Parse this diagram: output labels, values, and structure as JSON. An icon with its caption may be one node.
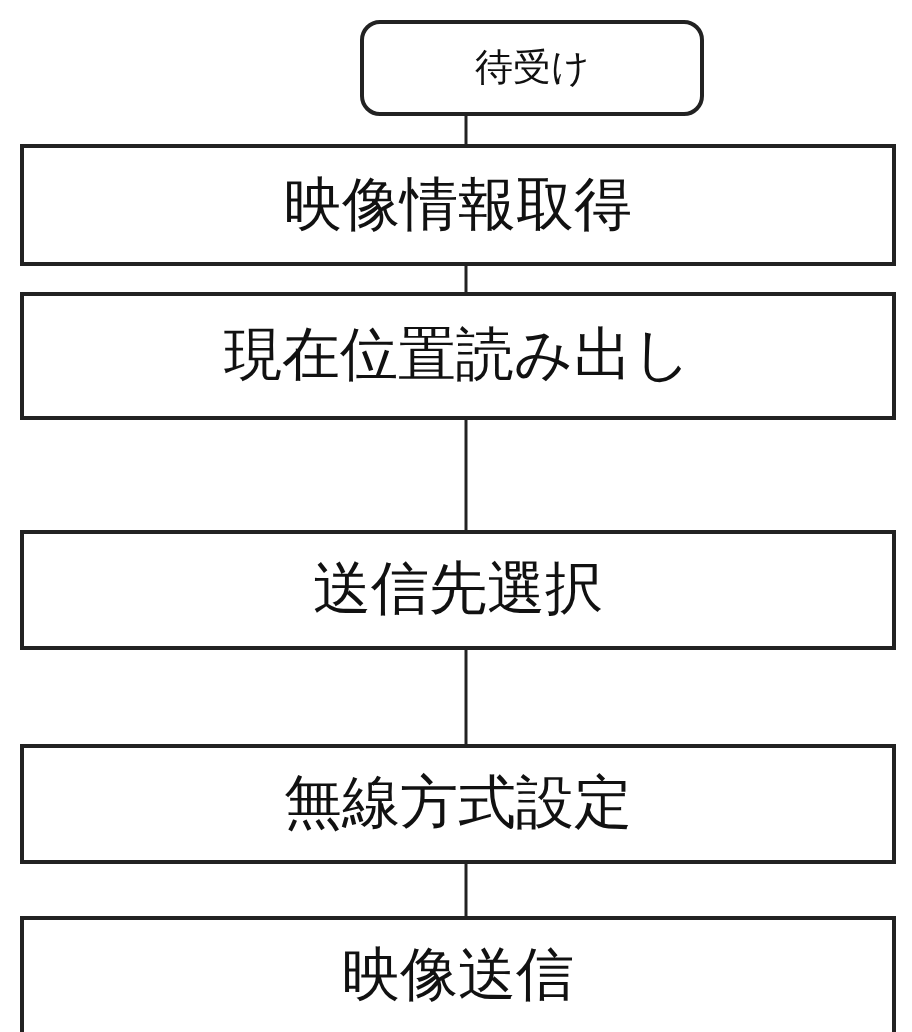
{
  "diagram": {
    "nodes": [
      {
        "text": [
          "待受け"
        ]
      },
      {
        "text": [
          "映像情報取得"
        ]
      },
      {
        "text": [
          "現在位置読み出し"
        ]
      },
      {
        "text": [
          "送信先選択"
        ]
      },
      {
        "text": [
          "無線方式設定"
        ]
      },
      {
        "text": [
          "映像送信"
        ]
      }
    ],
    "edges": [
      {
        "from": 0,
        "to": 1,
        "arrow": "none"
      },
      {
        "from": 1,
        "to": 2,
        "arrow": "none"
      },
      {
        "from": 2,
        "to": 3,
        "arrow": "none"
      },
      {
        "from": 3,
        "to": 4,
        "arrow": "none"
      },
      {
        "from": 4,
        "to": 5,
        "arrow": "none"
      }
    ]
  }
}
